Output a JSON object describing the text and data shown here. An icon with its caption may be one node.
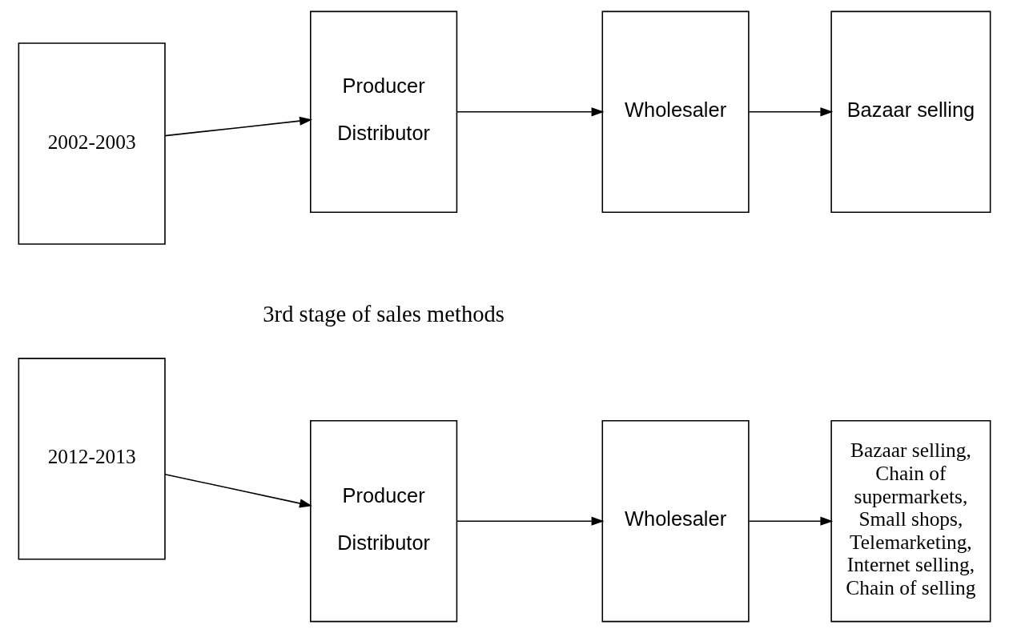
{
  "diagram": {
    "nodes": [
      {
        "text": [
          "2002-2003"
        ]
      },
      {
        "text": [
          "Producer",
          "Distributor"
        ]
      },
      {
        "text": [
          "Wholesaler"
        ]
      },
      {
        "text": [
          "Bazaar selling"
        ]
      },
      {
        "text": [
          "2012-2013"
        ]
      },
      {
        "text": [
          "Producer",
          "Distributor"
        ]
      },
      {
        "text": [
          "Wholesaler"
        ]
      },
      {
        "text": [
          "Bazaar selling, Chain of supermarkets, Small shops, Telemarketing, Internet selling, Chain of selling"
        ]
      }
    ],
    "edges": [
      {
        "from": 0,
        "to": 1,
        "arrow": "to"
      },
      {
        "from": 1,
        "to": 2,
        "arrow": "to"
      },
      {
        "from": 2,
        "to": 3,
        "arrow": "to"
      },
      {
        "from": 4,
        "to": 5,
        "arrow": "to"
      },
      {
        "from": 5,
        "to": 6,
        "arrow": "to"
      },
      {
        "from": 6,
        "to": 7,
        "arrow": "to"
      }
    ],
    "labels": [
      "3rd stage of sales methods"
    ]
  }
}
